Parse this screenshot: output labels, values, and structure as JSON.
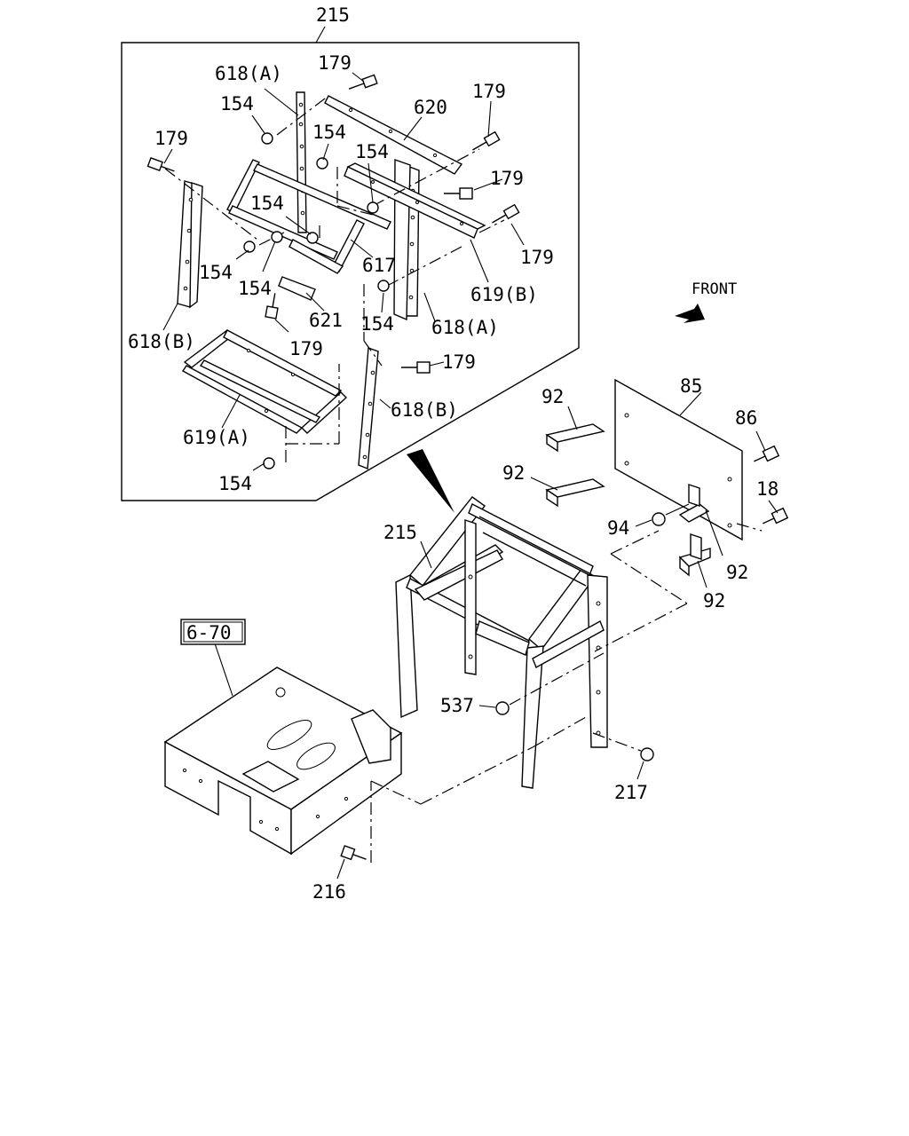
{
  "callouts": {
    "c215_top": "215",
    "c618a_1": "618(A)",
    "c179_1": "179",
    "c154_1": "154",
    "c620": "620",
    "c179_2": "179",
    "c179_3": "179",
    "c154_2": "154",
    "c154_3": "154",
    "c179_4": "179",
    "c154_4": "154",
    "c154_5": "154",
    "c617": "617",
    "c179_5": "179",
    "c154_6": "154",
    "c619b": "619(B)",
    "c621": "621",
    "c154_7": "154",
    "c618a_2": "618(A)",
    "c618b_1": "618(B)",
    "c179_6": "179",
    "c179_7": "179",
    "c618b_2": "618(B)",
    "c619a": "619(A)",
    "c154_8": "154",
    "c85": "85",
    "c86": "86",
    "c92_1": "92",
    "c92_2": "92",
    "c18": "18",
    "c94": "94",
    "c92_3": "92",
    "c92_4": "92",
    "c215_main": "215",
    "c537": "537",
    "c217": "217",
    "c216": "216",
    "ref_670": "6-70"
  },
  "front_label": "FRONT"
}
